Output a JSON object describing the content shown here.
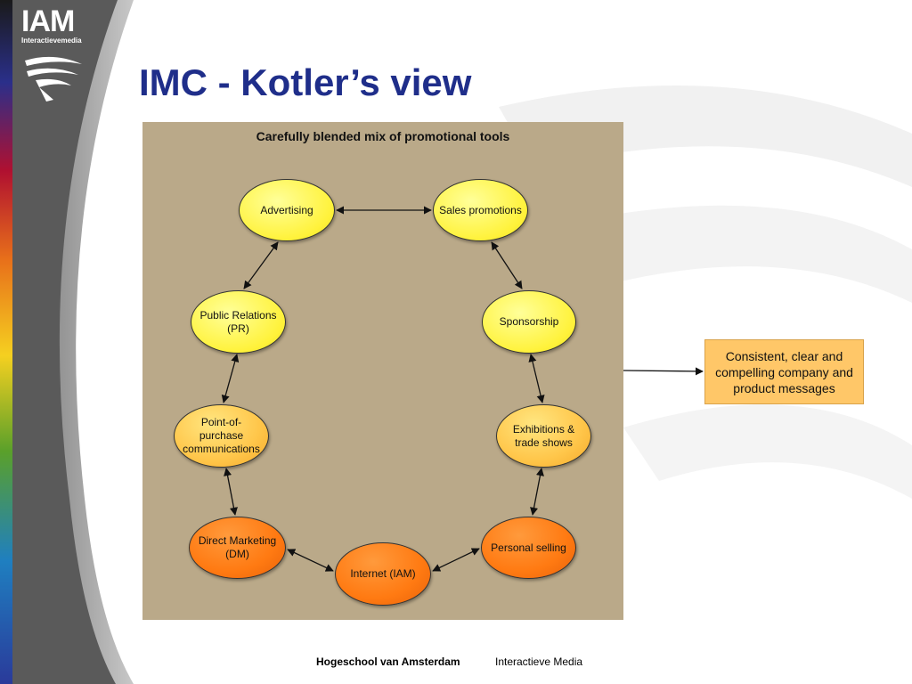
{
  "logo": {
    "name": "IAM",
    "subtitle": "Interactievemedia"
  },
  "title": "IMC - Kotler’s view",
  "diagram": {
    "heading": "Carefully blended mix of promotional tools",
    "nodes": [
      {
        "id": "advertising",
        "label": "Advertising"
      },
      {
        "id": "sales-promotions",
        "label": "Sales promotions"
      },
      {
        "id": "sponsorship",
        "label": "Sponsorship"
      },
      {
        "id": "exhibitions",
        "label": "Exhibitions & trade shows"
      },
      {
        "id": "personal-selling",
        "label": "Personal selling"
      },
      {
        "id": "internet",
        "label": "Internet (IAM)"
      },
      {
        "id": "direct-marketing",
        "label": "Direct Marketing (DM)"
      },
      {
        "id": "point-of-purchase",
        "label": "Point-of-purchase communications"
      },
      {
        "id": "public-relations",
        "label": "Public Relations (PR)"
      }
    ],
    "outcome": "Consistent, clear and compelling company and product messages"
  },
  "footer": {
    "left": "Hogeschool van Amsterdam",
    "right": "Interactieve Media"
  },
  "colors": {
    "title": "#1f2e8a",
    "panel": "#baa989",
    "yellow": "#fff23a",
    "light_orange": "#ffc64a",
    "orange": "#ff7a12",
    "outcome_box": "#ffc768"
  }
}
